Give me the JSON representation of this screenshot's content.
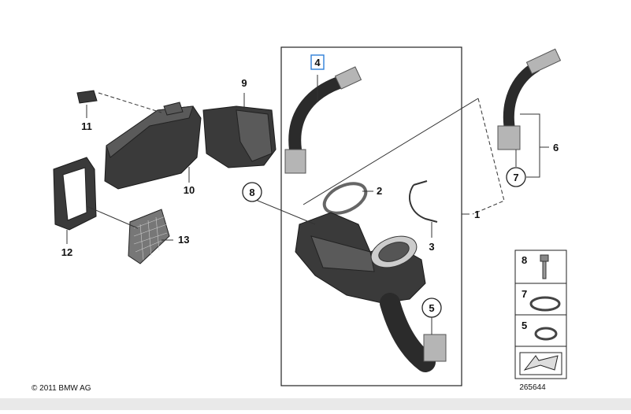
{
  "labels": {
    "p1": "1",
    "p2": "2",
    "p3": "3",
    "p4": "4",
    "p5": "5",
    "p6": "6",
    "p7": "7",
    "p8": "8",
    "p9": "9",
    "p10": "10",
    "p11": "11",
    "p12": "12",
    "p13": "13"
  },
  "legend": {
    "l8": "8",
    "l7": "7",
    "l5": "5"
  },
  "copyright": "© 2011 BMW AG",
  "diagram_id": "265644",
  "colors": {
    "highlight": "#2f7fd8",
    "part": "#3a3a3a"
  }
}
